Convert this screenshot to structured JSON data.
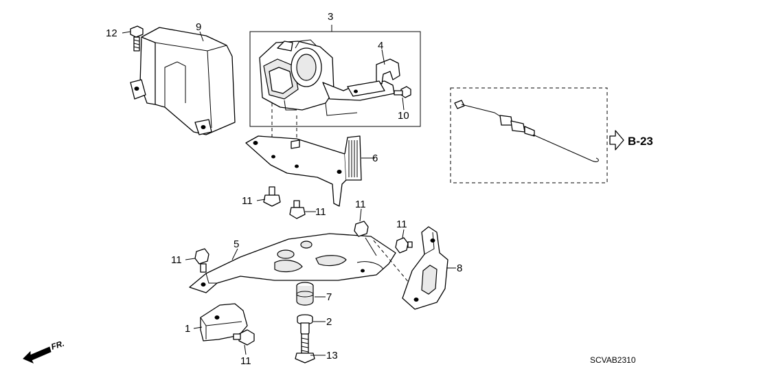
{
  "diagram": {
    "callouts": {
      "p1": "1",
      "p2": "2",
      "p3": "3",
      "p4": "4",
      "p5": "5",
      "p6": "6",
      "p7": "7",
      "p8": "8",
      "p9": "9",
      "p10": "10",
      "p11a": "11",
      "p11b": "11",
      "p11c": "11",
      "p11d": "11",
      "p11e": "11",
      "p11f": "11",
      "p12": "12",
      "p13": "13"
    },
    "reference": "B-23",
    "direction": "FR.",
    "diagram_code": "SCVAB2310"
  }
}
